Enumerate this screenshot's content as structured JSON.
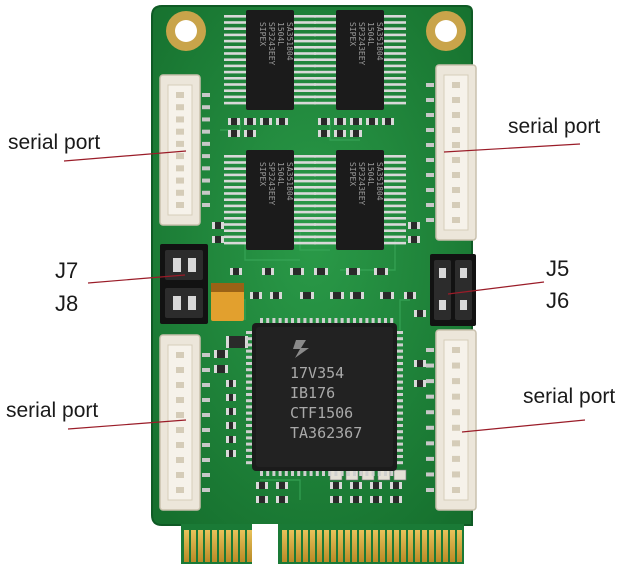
{
  "labels": {
    "serial_top_left": "serial port",
    "serial_top_right": "serial port",
    "serial_bottom_left": "serial port",
    "serial_bottom_right": "serial port",
    "j7": "J7",
    "j8": "J8",
    "j5": "J5",
    "j6": "J6"
  },
  "chips": {
    "transceiver_lines": [
      "SIPEX",
      "SP3243EEY",
      "1504L",
      "SA351804"
    ],
    "controller_lines": [
      "17V354",
      "IB176",
      "CTF1506",
      "TA362367"
    ]
  },
  "colors": {
    "pcb": "#1f8a3c",
    "chip": "#1b1b1b",
    "connector": "#ece6da",
    "gold": "#d6aa3e",
    "leader_line": "#9a1c28"
  }
}
